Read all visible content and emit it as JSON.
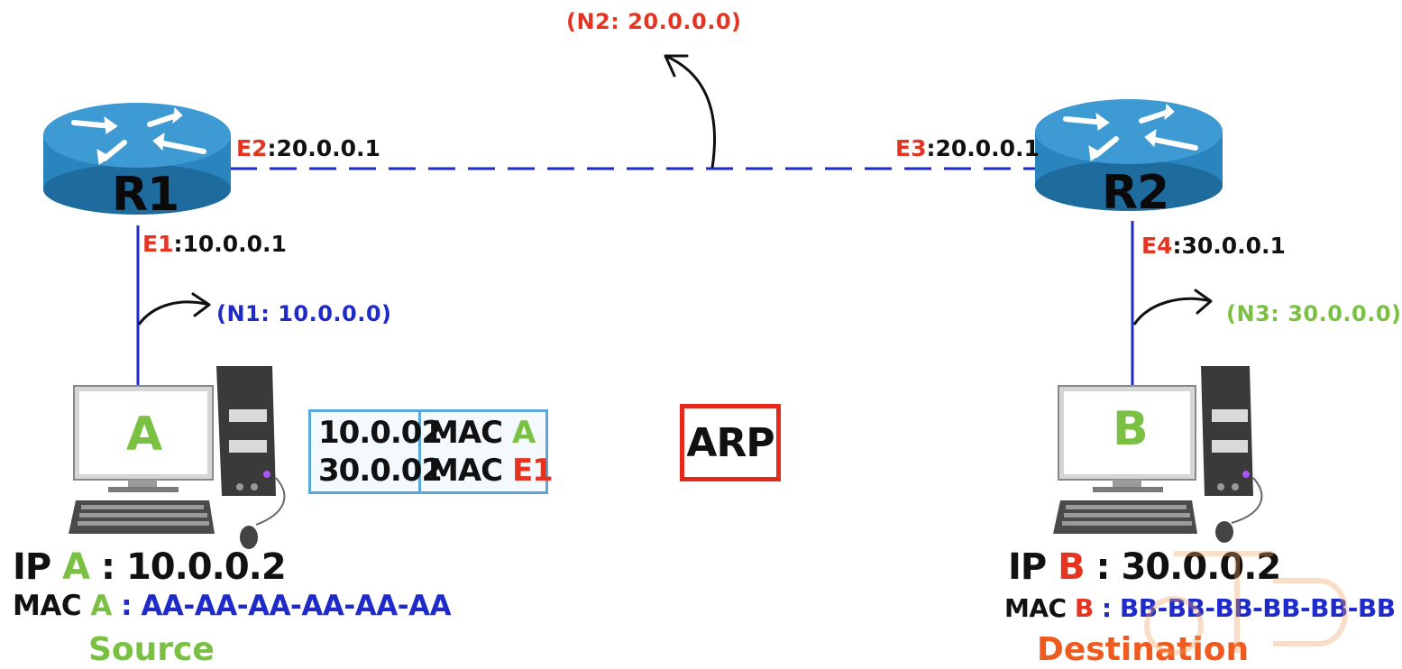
{
  "networks": {
    "n1": "(N1: 10.0.0.0)",
    "n2": "(N2: 20.0.0.0)",
    "n3": "(N3: 30.0.0.0)"
  },
  "routers": {
    "r1": {
      "name": "R1",
      "e1_name": "E1",
      "e1_ip": ":10.0.0.1",
      "e2_name": "E2",
      "e2_ip": ":20.0.0.1"
    },
    "r2": {
      "name": "R2",
      "e3_name": "E3",
      "e3_ip": ":20.0.0.1",
      "e4_name": "E4",
      "e4_ip": ":30.0.0.1"
    }
  },
  "hosts": {
    "a": {
      "letter": "A",
      "ip_prefix": "IP ",
      "ip_letter": "A",
      "ip_value": " : 10.0.0.2",
      "mac_prefix": "MAC ",
      "mac_letter": "A",
      "mac_sep": " : ",
      "mac_value": "AA-AA-AA-AA-AA-AA",
      "role": "Source"
    },
    "b": {
      "letter": "B",
      "ip_prefix": "IP ",
      "ip_letter": "B",
      "ip_value": " : 30.0.0.2",
      "mac_prefix": "MAC ",
      "mac_letter": "B",
      "mac_sep": " : ",
      "mac_value": "BB-BB-BB-BB-BB-BB",
      "role": "Destination"
    }
  },
  "arp_table": {
    "rows": [
      {
        "ip": "10.0.02",
        "mac_prefix": "MAC ",
        "mac_suffix": "A"
      },
      {
        "ip": "30.0.02",
        "mac_prefix": "MAC ",
        "mac_suffix": "E1"
      }
    ]
  },
  "arp_label": "ARP",
  "colors": {
    "red": "#e53522",
    "green": "#7ac143",
    "blue": "#1f2bc8",
    "router": "#2f8fc8",
    "link": "#1f2bc8",
    "arp_border": "#e52a1c",
    "table_border": "#5aa8dc"
  }
}
